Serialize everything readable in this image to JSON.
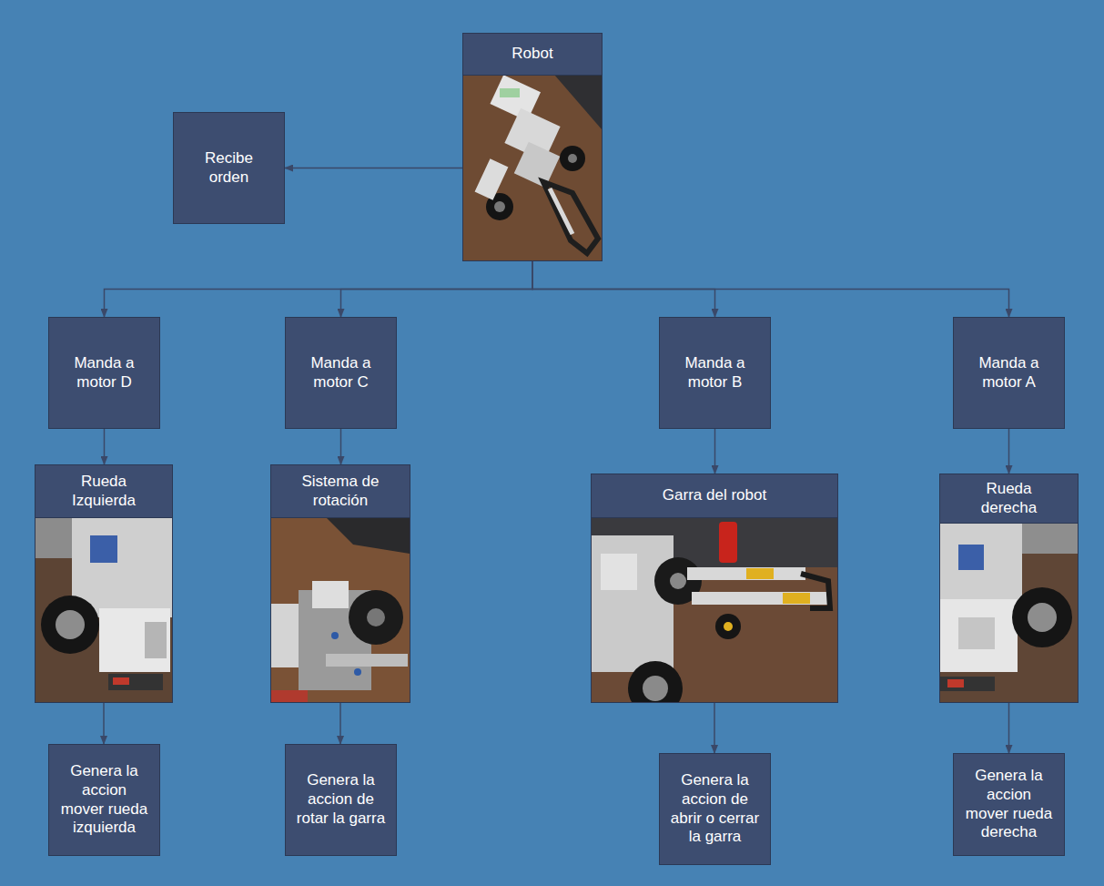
{
  "diagram": {
    "nodes": [
      {
        "text": [
          "Robot"
        ]
      },
      {
        "text": [
          "Recibe orden"
        ]
      },
      {
        "text": [
          "Manda a motor D"
        ]
      },
      {
        "text": [
          "Manda a motor C"
        ]
      },
      {
        "text": [
          "Manda a motor B"
        ]
      },
      {
        "text": [
          "Manda a motor A"
        ]
      },
      {
        "text": [
          "Rueda Izquierda"
        ]
      },
      {
        "text": [
          "Sistema de rotación"
        ]
      },
      {
        "text": [
          "Garra del robot"
        ]
      },
      {
        "text": [
          "Rueda derecha"
        ]
      },
      {
        "text": [
          "Genera la accion mover rueda izquierda"
        ]
      },
      {
        "text": [
          "Genera la accion de rotar la garra"
        ]
      },
      {
        "text": [
          "Genera la accion de abrir o cerrar la garra"
        ]
      },
      {
        "text": [
          "Genera la accion mover rueda derecha"
        ]
      }
    ],
    "edges": [
      {
        "from": 0,
        "to": 1,
        "arrow": "to"
      },
      {
        "from": 0,
        "to": 2,
        "arrow": "to"
      },
      {
        "from": 0,
        "to": 3,
        "arrow": "to"
      },
      {
        "from": 0,
        "to": 4,
        "arrow": "to"
      },
      {
        "from": 0,
        "to": 5,
        "arrow": "to"
      },
      {
        "from": 2,
        "to": 6,
        "arrow": "to"
      },
      {
        "from": 3,
        "to": 7,
        "arrow": "to"
      },
      {
        "from": 4,
        "to": 8,
        "arrow": "to"
      },
      {
        "from": 5,
        "to": 9,
        "arrow": "to"
      },
      {
        "from": 6,
        "to": 10,
        "arrow": "to"
      },
      {
        "from": 7,
        "to": 11,
        "arrow": "to"
      },
      {
        "from": 8,
        "to": 12,
        "arrow": "to"
      },
      {
        "from": 9,
        "to": 13,
        "arrow": "to"
      }
    ]
  }
}
